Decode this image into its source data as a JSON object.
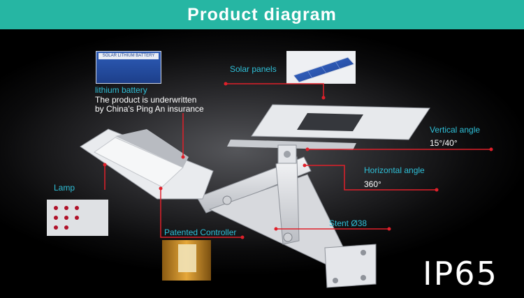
{
  "header": {
    "title": "Product diagram"
  },
  "callouts": {
    "solar_panels": "Solar panels",
    "lithium_battery": "lithium battery",
    "underwritten_line1": "The product is underwritten",
    "underwritten_line2": "by China's Ping An insurance",
    "vertical_angle": "Vertical angle",
    "vertical_angle_value": "15°/40°",
    "horizontal_angle": "Horizontal angle",
    "horizontal_angle_value": "360°",
    "lamp": "Lamp",
    "stent": "Stent Ø38",
    "patented_controller": "Patented Controller"
  },
  "battery_label": "SOLAR LITHIUM BATTERY",
  "rating": "IP65",
  "colors": {
    "header_bg": "#26b6a3",
    "callout_text": "#2fc0d8",
    "leader_line": "#e0202a",
    "background": "#000000"
  }
}
